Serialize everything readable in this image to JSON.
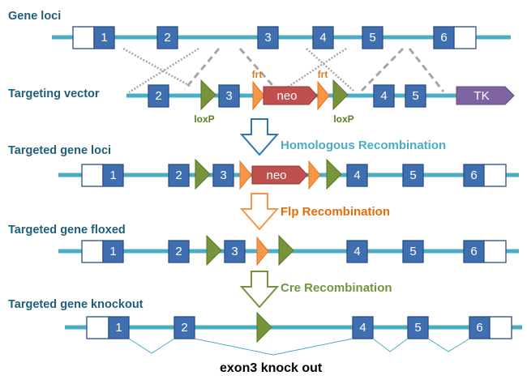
{
  "colors": {
    "dna_line": "#4bacc6",
    "exon_fill": "#3f6fb0",
    "exon_stroke": "#2a4f86",
    "utr_fill": "#ffffff",
    "loxp": "#77933c",
    "frt": "#f79646",
    "neo": "#c0504d",
    "tk": "#8064a2",
    "label": "#1f5f7a",
    "homologous": "#4bacc6",
    "flp": "#e46c0a",
    "cre": "#77933c"
  },
  "rows": {
    "gene_loci": {
      "label": "Gene loci",
      "exons": [
        "1",
        "2",
        "3",
        "4",
        "5",
        "6"
      ]
    },
    "targeting_vector": {
      "label": "Targeting vector",
      "exons": [
        "2",
        "3",
        "4",
        "5"
      ],
      "neo": "neo",
      "tk": "TK",
      "loxp": "loxP",
      "frt": "frt"
    },
    "targeted_loci": {
      "label": "Targeted gene loci",
      "exons": [
        "1",
        "2",
        "3",
        "4",
        "5",
        "6"
      ],
      "neo": "neo"
    },
    "floxed": {
      "label": "Targeted gene floxed",
      "exons": [
        "1",
        "2",
        "3",
        "4",
        "5",
        "6"
      ]
    },
    "knockout": {
      "label": "Targeted gene knockout",
      "exons": [
        "1",
        "2",
        "4",
        "5",
        "6"
      ],
      "caption": "exon3 knock out"
    }
  },
  "steps": {
    "homologous": "Homologous Recombination",
    "flp": "Flp Recombination",
    "cre": "Cre Recombination"
  }
}
